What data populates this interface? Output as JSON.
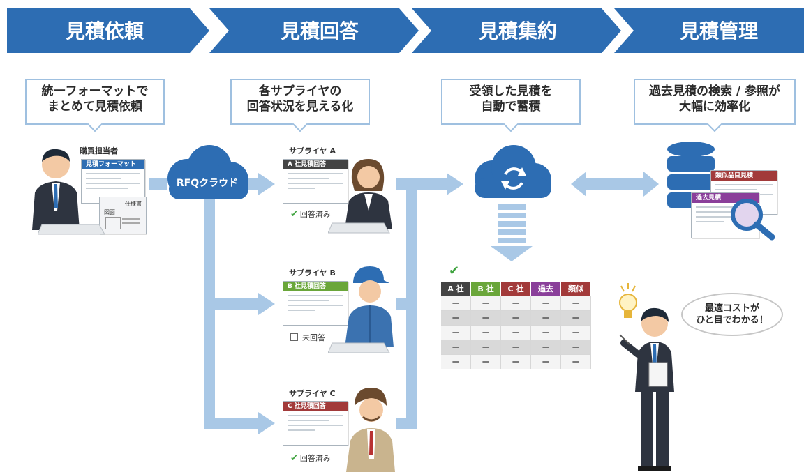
{
  "steps": [
    {
      "label": "見積依頼"
    },
    {
      "label": "見積回答"
    },
    {
      "label": "見積集約"
    },
    {
      "label": "見積管理"
    }
  ],
  "bubbles": [
    {
      "line1": "統一フォーマットで",
      "line2": "まとめて見積依頼"
    },
    {
      "line1": "各サプライヤの",
      "line2": "回答状況を見える化"
    },
    {
      "line1": "受領した見積を",
      "line2": "自動で蓄積"
    },
    {
      "line1": "過去見積の検索 / 参照が",
      "line2": "大幅に効率化"
    }
  ],
  "buyer": {
    "role": "購買担当者",
    "card_title": "見積フォーマット",
    "doc_spec": "仕様書",
    "doc_drawing": "図面"
  },
  "cloud": {
    "label": "RFQクラウド"
  },
  "suppliers": [
    {
      "name": "サプライヤ A",
      "card_title": "A 社見積回答",
      "card_color": "#444444",
      "status": "回答済み",
      "answered": true
    },
    {
      "name": "サプライヤ B",
      "card_title": "B 社見積回答",
      "card_color": "#6aa63a",
      "status": "未回答",
      "answered": false
    },
    {
      "name": "サプライヤ C",
      "card_title": "C 社見積回答",
      "card_color": "#a23a3a",
      "status": "回答済み",
      "answered": true
    }
  ],
  "comparison": {
    "columns": [
      {
        "label": "A 社",
        "color": "#444444"
      },
      {
        "label": "B 社",
        "color": "#6aa63a"
      },
      {
        "label": "C 社",
        "color": "#a23a3a"
      },
      {
        "label": "過去",
        "color": "#8a3f9a"
      },
      {
        "label": "類似",
        "color": "#a23a3a"
      }
    ],
    "cell": "ー",
    "rows": 5
  },
  "management": {
    "similar_title": "類似品目見積",
    "past_title": "過去見積"
  },
  "manager": {
    "line1": "最適コストが",
    "line2": "ひと目でわかる！"
  },
  "colors": {
    "accent": "#2d6db3",
    "arrow": "#a9c8e6",
    "bubble_border": "#9fc0e0"
  }
}
